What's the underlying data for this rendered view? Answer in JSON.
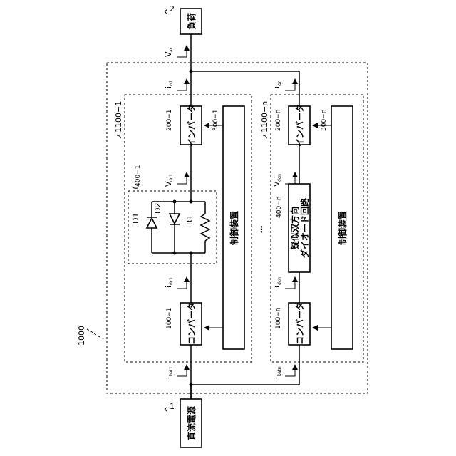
{
  "labels": {
    "system": "1000",
    "unit1": "1100−1",
    "unitn": "1100−n",
    "dc_source": "直流電源",
    "dc_source_ref": "1",
    "load": "負荷",
    "load_ref": "2",
    "conv1": "コンバータ",
    "conv1_ref": "100−1",
    "convn": "コンバータ",
    "convn_ref": "100−n",
    "inv1": "インバータ",
    "inv1_ref": "200−1",
    "invn": "インバータ",
    "invn_ref": "200−n",
    "ctrl1": "制御装置",
    "ctrl1_ref": "300−1",
    "ctrln": "制御装置",
    "ctrln_ref": "300−n",
    "diode_ckt1_ref": "400−1",
    "diode_cktn": "疑似双方向\nダイオード回路",
    "diode_cktn_line1": "疑似双方向",
    "diode_cktn_line2": "ダイオード回路",
    "diode_cktn_ref": "400−n",
    "d1": "D1",
    "d2": "D2",
    "r1": "R1",
    "ellipsis": "⋮"
  },
  "signals": {
    "vac": "V",
    "vac_sub": "ac",
    "io1": "i",
    "io1_sub": "o1",
    "ion": "i",
    "ion_sub": "on",
    "vdc1": "V",
    "vdc1_sub": "dc1",
    "vdcn": "V",
    "vdcn_sub": "dcn",
    "idc1": "i",
    "idc1_sub": "dc1",
    "idcn": "i",
    "idcn_sub": "dcn",
    "ibat1": "i",
    "ibat1_sub": "bat1",
    "ibatn": "i",
    "ibatn_sub": "batn"
  }
}
